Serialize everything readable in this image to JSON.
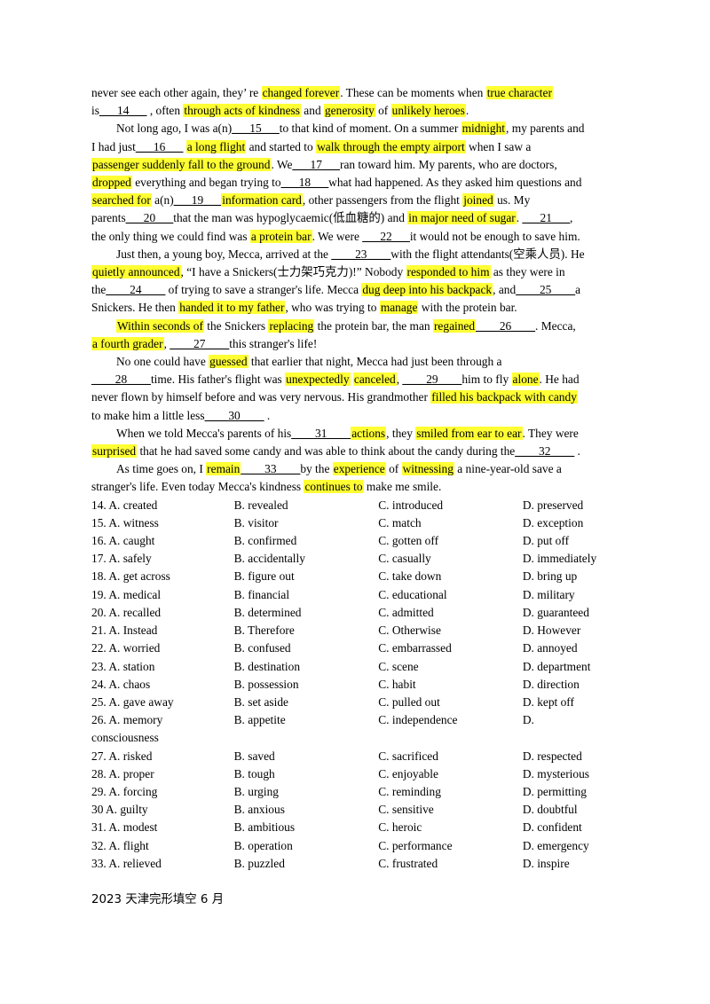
{
  "passage": [
    {
      "indent": false,
      "segments": [
        {
          "t": "never see each other again, they’ re  "
        },
        {
          "t": "changed forever",
          "hl": true
        },
        {
          "t": ".  These can be moments when  "
        },
        {
          "t": "true character",
          "hl": true
        }
      ]
    },
    {
      "indent": false,
      "segments": [
        {
          "t": "is"
        },
        {
          "t": "___14___",
          "blank": true
        },
        {
          "t": " , often  "
        },
        {
          "t": "through acts of kindness",
          "hl": true
        },
        {
          "t": "  and  "
        },
        {
          "t": "generosity",
          "hl": true
        },
        {
          "t": "  of  "
        },
        {
          "t": "unlikely heroes",
          "hl": true
        },
        {
          "t": "."
        }
      ]
    },
    {
      "indent": true,
      "segments": [
        {
          "t": "Not long ago, I was a(n)"
        },
        {
          "t": "___15___",
          "blank": true
        },
        {
          "t": "to that kind of moment. On a summer  "
        },
        {
          "t": "midnight",
          "hl": true
        },
        {
          "t": ", my parents and"
        }
      ]
    },
    {
      "indent": false,
      "segments": [
        {
          "t": "I had just"
        },
        {
          "t": "___16___",
          "blank": true
        },
        {
          "t": "  "
        },
        {
          "t": "a long flight",
          "hl": true
        },
        {
          "t": "  and started to  "
        },
        {
          "t": "walk through the empty airport",
          "hl": true
        },
        {
          "t": "  when I saw a"
        }
      ]
    },
    {
      "indent": false,
      "segments": [
        {
          "t": "passenger suddenly fall to the ground",
          "hl": true
        },
        {
          "t": ". We"
        },
        {
          "t": "___17___",
          "blank": true
        },
        {
          "t": "ran toward him. My parents, who are doctors,"
        }
      ]
    },
    {
      "indent": false,
      "segments": [
        {
          "t": "dropped",
          "hl": true
        },
        {
          "t": "  everything and began trying to"
        },
        {
          "t": "___18___",
          "blank": true
        },
        {
          "t": "what had happened. As they asked him questions and"
        }
      ]
    },
    {
      "indent": false,
      "segments": [
        {
          "t": "searched for",
          "hl": true
        },
        {
          "t": "  a(n)"
        },
        {
          "t": "___19___",
          "blank": true
        },
        {
          "t": "information card",
          "hl": true
        },
        {
          "t": ", other passengers from the flight  "
        },
        {
          "t": "joined",
          "hl": true
        },
        {
          "t": "  us. My"
        }
      ]
    },
    {
      "indent": false,
      "segments": [
        {
          "t": "parents"
        },
        {
          "t": "___20___",
          "blank": true
        },
        {
          "t": "that the man was hypoglycaemic(低血糖的) and  "
        },
        {
          "t": "in major need of sugar",
          "hl": true
        },
        {
          "t": ".  "
        },
        {
          "t": "___21___",
          "blank": true
        },
        {
          "t": ","
        }
      ]
    },
    {
      "indent": false,
      "segments": [
        {
          "t": "the only thing we could find was  "
        },
        {
          "t": "a protein bar",
          "hl": true
        },
        {
          "t": ". We were  "
        },
        {
          "t": "___22___",
          "blank": true
        },
        {
          "t": "it would not be enough to save him."
        }
      ]
    },
    {
      "indent": true,
      "segments": [
        {
          "t": "Just then, a young boy, Mecca, arrived at the  "
        },
        {
          "t": "____23____",
          "blank": true
        },
        {
          "t": "with the flight attendants(空乘人员). He"
        }
      ]
    },
    {
      "indent": false,
      "segments": [
        {
          "t": "quietly announced",
          "hl": true
        },
        {
          "t": ", “I have a Snickers(士力架巧克力)!” Nobody  "
        },
        {
          "t": "responded to him",
          "hl": true
        },
        {
          "t": "  as they were in"
        }
      ]
    },
    {
      "indent": false,
      "segments": [
        {
          "t": "the"
        },
        {
          "t": "____24____",
          "blank": true
        },
        {
          "t": "  of trying to save a stranger's life. Mecca  "
        },
        {
          "t": "dug deep into his backpack",
          "hl": true
        },
        {
          "t": ", and"
        },
        {
          "t": "____25____",
          "blank": true
        },
        {
          "t": "a"
        }
      ]
    },
    {
      "indent": false,
      "segments": [
        {
          "t": "Snickers. He then  "
        },
        {
          "t": "handed it to my father",
          "hl": true
        },
        {
          "t": ", who was trying to  "
        },
        {
          "t": "manage",
          "hl": true
        },
        {
          "t": "  with the protein bar."
        }
      ]
    },
    {
      "indent": true,
      "segments": [
        {
          "t": "Within seconds of",
          "hl": true
        },
        {
          "t": "  the Snickers  "
        },
        {
          "t": "replacing",
          "hl": true
        },
        {
          "t": "  the protein bar, the man  "
        },
        {
          "t": "regained",
          "hl": true
        },
        {
          "t": "____26____",
          "blank": true
        },
        {
          "t": ". Mecca,"
        }
      ]
    },
    {
      "indent": false,
      "segments": [
        {
          "t": "a fourth grader",
          "hl": true
        },
        {
          "t": ",     "
        },
        {
          "t": "____27____",
          "blank": true
        },
        {
          "t": "this stranger's life!"
        }
      ]
    },
    {
      "indent": true,
      "segments": [
        {
          "t": "No one could have  "
        },
        {
          "t": "guessed",
          "hl": true
        },
        {
          "t": "  that earlier that night, Mecca had just been through a"
        }
      ]
    },
    {
      "indent": false,
      "segments": [
        {
          "t": "____28____",
          "blank": true
        },
        {
          "t": "time. His father's flight was  "
        },
        {
          "t": "unexpectedly",
          "hl": true
        },
        {
          "t": "  "
        },
        {
          "t": "canceled",
          "hl": true
        },
        {
          "t": ",  "
        },
        {
          "t": "____29____",
          "blank": true
        },
        {
          "t": "him to fly  "
        },
        {
          "t": "alone",
          "hl": true
        },
        {
          "t": ". He had"
        }
      ]
    },
    {
      "indent": false,
      "segments": [
        {
          "t": "never flown by himself before and was very nervous. His grandmother  "
        },
        {
          "t": "filled his backpack with candy",
          "hl": true
        }
      ]
    },
    {
      "indent": false,
      "segments": [
        {
          "t": "to make him a little less"
        },
        {
          "t": "____30____",
          "blank": true
        },
        {
          "t": "  ."
        }
      ]
    },
    {
      "indent": true,
      "segments": [
        {
          "t": "When we told Mecca's parents of his"
        },
        {
          "t": "____31____",
          "blank": true
        },
        {
          "t": "actions",
          "hl": true
        },
        {
          "t": ", they  "
        },
        {
          "t": "smiled from ear to ear",
          "hl": true
        },
        {
          "t": ". They were"
        }
      ]
    },
    {
      "indent": false,
      "segments": [
        {
          "t": "surprised",
          "hl": true
        },
        {
          "t": "  that he had saved some candy and was able to think about the candy during the"
        },
        {
          "t": "____32____",
          "blank": true
        },
        {
          "t": "  ."
        }
      ]
    },
    {
      "indent": true,
      "segments": [
        {
          "t": "As time goes on, I  "
        },
        {
          "t": "remain",
          "hl": true
        },
        {
          "t": "____33____",
          "blank": true
        },
        {
          "t": "by the  "
        },
        {
          "t": "experience",
          "hl": true
        },
        {
          "t": "  of  "
        },
        {
          "t": "witnessing",
          "hl": true
        },
        {
          "t": "  a nine-year-old save a"
        }
      ]
    },
    {
      "indent": false,
      "segments": [
        {
          "t": "stranger's life. Even today Mecca's kindness  "
        },
        {
          "t": "continues to",
          "hl": true
        },
        {
          "t": "  make me smile."
        }
      ]
    }
  ],
  "options": [
    [
      "14. A.  created",
      "B.  revealed",
      "C.  introduced",
      "D.  preserved"
    ],
    [
      "15. A.  witness",
      "B.  visitor",
      "C.  match",
      "D.  exception"
    ],
    [
      "16. A.  caught",
      "B.  confirmed",
      "C.  gotten off",
      "D.  put off"
    ],
    [
      "17. A.  safely",
      "B.  accidentally",
      "C.  casually",
      "D.  immediately"
    ],
    [
      "18. A.  get across",
      "B.  figure out",
      "C.  take down",
      "D.  bring up"
    ],
    [
      "19. A.  medical",
      "B.  financial",
      "C.  educational",
      "D.  military"
    ],
    [
      "20. A.  recalled",
      "B.  determined",
      "C.  admitted",
      "D.  guaranteed"
    ],
    [
      "21. A.  Instead",
      "B.  Therefore",
      "C.  Otherwise",
      "D.  However"
    ],
    [
      "22. A.  worried",
      "B.  confused",
      "C.  embarrassed",
      "D.  annoyed"
    ],
    [
      "23. A.  station",
      "B.  destination",
      "C.  scene",
      "D.  department"
    ],
    [
      "24. A.  chaos",
      "B.  possession",
      "C.  habit",
      "D.  direction"
    ],
    [
      "25. A.  gave away",
      "B.  set aside",
      "C.  pulled out",
      "D.  kept off"
    ],
    [
      "26. A.  memory",
      "B.  appetite",
      "C.  independence",
      "D."
    ],
    [
      "consciousness",
      "",
      "",
      ""
    ],
    [
      "27. A.  risked",
      "B.  saved",
      "C.  sacrificed",
      "D.  respected"
    ],
    [
      "28. A.  proper",
      "B.  tough",
      "C.  enjoyable",
      "D.  mysterious"
    ],
    [
      "29. A.  forcing",
      "B.  urging",
      "C.  reminding",
      "D.  permitting"
    ],
    [
      "30   A.  guilty",
      "B.  anxious",
      "C.  sensitive",
      "D.  doubtful"
    ],
    [
      "31. A.  modest",
      "B.  ambitious",
      "C.  heroic",
      "D.  confident"
    ],
    [
      "32. A.  flight",
      "B.  operation",
      "C.  performance",
      "D.  emergency"
    ],
    [
      "33. A.  relieved",
      "B.  puzzled",
      "C.  frustrated",
      "D.  inspire"
    ]
  ],
  "footer": "2023 天津完形填空 6 月",
  "colors": {
    "highlight": "#ffff33"
  }
}
